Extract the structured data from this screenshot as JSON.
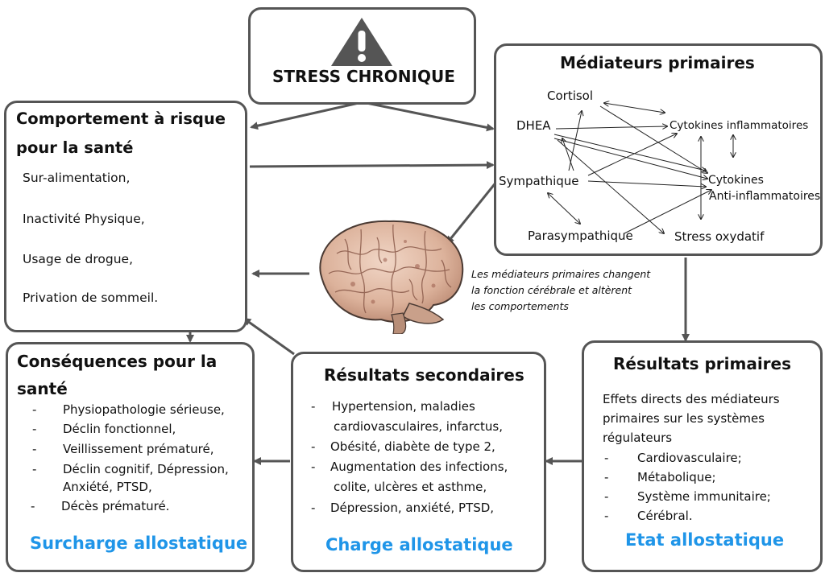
{
  "stress": {
    "title": "STRESS CHRONIQUE"
  },
  "behavior": {
    "title_line1": "Comportement à risque",
    "title_line2": "pour la santé",
    "items": [
      "Sur-alimentation,",
      "Inactivité Physique,",
      "Usage de drogue,",
      "Privation de sommeil."
    ]
  },
  "mediators": {
    "title": "Médiateurs primaires",
    "nodes": {
      "cortisol": "Cortisol",
      "dhea": "DHEA",
      "sympathique": "Sympathique",
      "parasympathique": "Parasympathique",
      "cytokines_inflam": "Cytokines inflammatoires",
      "cytokines": "Cytokines",
      "anti_inflam": "Anti-inflammatoires",
      "stress_oxydatif": "Stress oxydatif"
    }
  },
  "brain_caption": {
    "line1": "Les médiateurs primaires changent",
    "line2": "la fonction cérébrale et altèrent",
    "line3": "les comportements"
  },
  "consequences": {
    "title_line1": "Conséquences pour la",
    "title_line2": "santé",
    "items": [
      "Physiopathologie sérieuse,",
      "Déclin fonctionnel,",
      "Veillissement prématuré,",
      "Déclin cognitif, Dépression,",
      "Anxiété, PTSD,",
      "Décès prématuré."
    ],
    "footer": "Surcharge allostatique"
  },
  "secondary": {
    "title": "Résultats secondaires",
    "items": [
      "Hypertension, maladies",
      "cardiovasculaires, infarctus,",
      "Obésité, diabète de type 2,",
      "Augmentation des infections,",
      "colite, ulcères et asthme,",
      "Dépression, anxiété, PTSD,"
    ],
    "footer": "Charge allostatique"
  },
  "primary": {
    "title": "Résultats primaires",
    "intro_line1": "Effets directs des médiateurs",
    "intro_line2": "primaires sur les systèmes",
    "intro_line3": "régulateurs",
    "items": [
      "Cardiovasculaire;",
      "Métabolique;",
      "Système immunitaire;",
      "Cérébral."
    ],
    "footer": "Etat allostatique"
  },
  "dash_glyph": "-",
  "colors": {
    "border": "#555555",
    "arrow": "#555555",
    "accent": "#1f95e8",
    "warning": "#555555"
  },
  "icons": [
    "warning-triangle-icon",
    "brain-illustration"
  ]
}
